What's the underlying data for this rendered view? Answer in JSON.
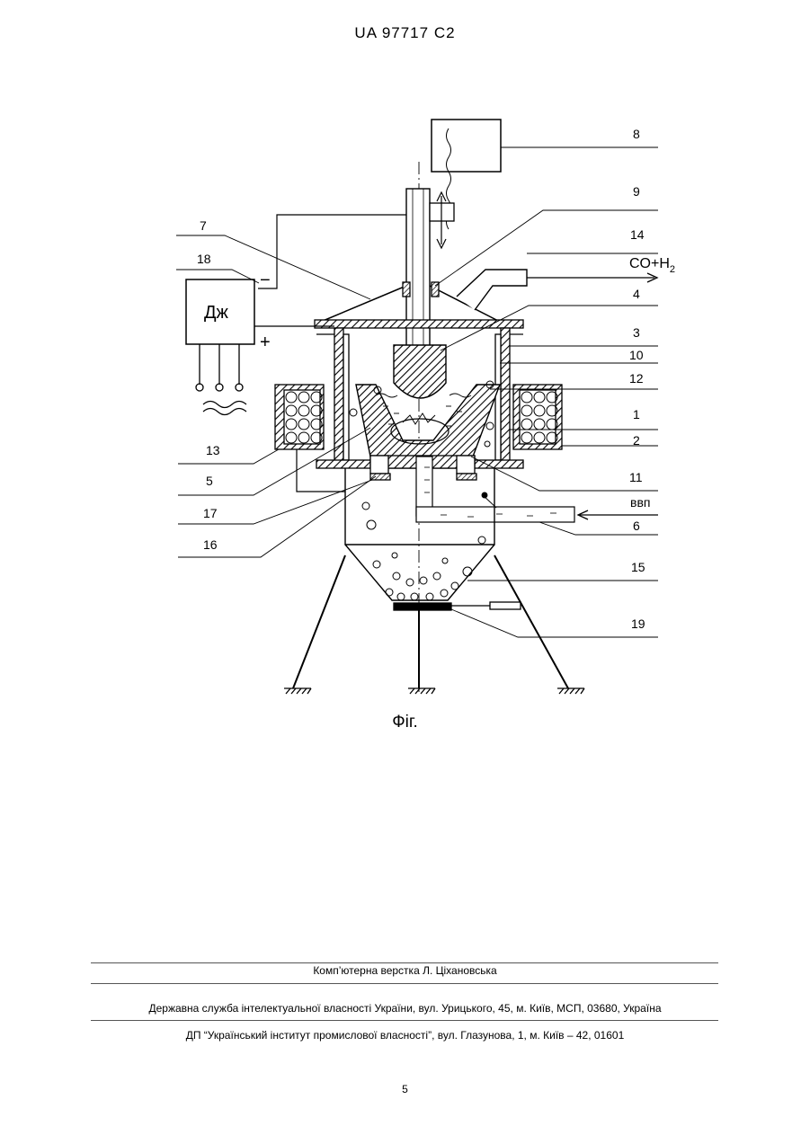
{
  "header": {
    "patent_number": "UA   97717   C2"
  },
  "figure": {
    "caption": "Фіг.",
    "device_label": "Дж",
    "gas_output": "CO+H",
    "gas_output_sub": "2",
    "input_label": "ввп",
    "plus_sign": "+",
    "minus_sign": "−",
    "labels": {
      "l8": "8",
      "l9": "9",
      "l14": "14",
      "l4": "4",
      "l3": "3",
      "l10": "10",
      "l12": "12",
      "l1": "1",
      "l2": "2",
      "l11": "11",
      "l6": "6",
      "l15": "15",
      "l19": "19",
      "l7": "7",
      "l18": "18",
      "l13": "13",
      "l5": "5",
      "l17": "17",
      "l16": "16"
    }
  },
  "footer": {
    "layout": "Комп’ютерна верстка Л. Ціхановська",
    "office": "Державна служба інтелектуальної власності України, вул. Урицького, 45, м. Київ, МСП, 03680, Україна",
    "institute": "ДП “Український інститут промислової власності”, вул. Глазунова, 1, м. Київ – 42, 01601"
  },
  "page_number": "5"
}
